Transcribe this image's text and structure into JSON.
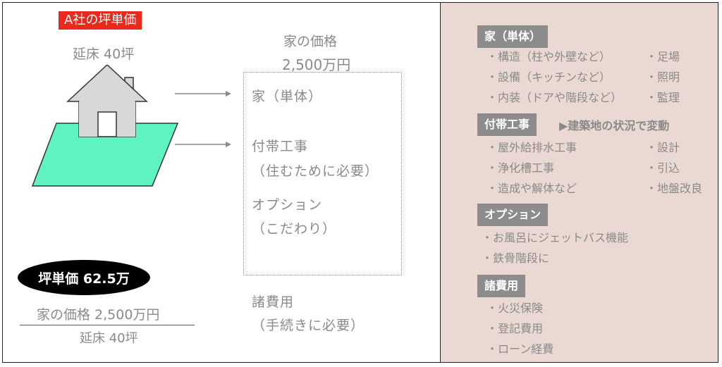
{
  "left": {
    "badge": "A社の坪単価",
    "floor_area_top": "延床 40坪",
    "house_price_title": "家の価格",
    "house_price_value": "2,500万円",
    "components": {
      "house": "家（単体）",
      "ancillary": "付帯工事",
      "ancillary_sub": "（住むために必要）",
      "option": "オプション",
      "option_sub": "（こだわり）",
      "misc": "諸費用",
      "misc_sub": "（手続きに必要）"
    },
    "unit_price": "坪単価 62.5万",
    "formula_numerator": "家の価格 2,500万円",
    "formula_denominator": "延床 40坪",
    "colors": {
      "badge": "#e8291c",
      "lot": "#5ff3bf",
      "pill": "#000000"
    },
    "icons": [
      "house-icon",
      "lot-icon",
      "arrow-right-icon"
    ]
  },
  "right": {
    "background": "#e9d9d2",
    "sections": [
      {
        "header": "家（単体）",
        "note": "",
        "items_left": [
          "・構造（柱や外壁など）",
          "・設備（キッチンなど）",
          "・内装（ドアや階段など）"
        ],
        "items_right": [
          "・足場",
          "・照明",
          "・監理"
        ]
      },
      {
        "header": "付帯工事",
        "note": "▶建築地の状況で変動",
        "items_left": [
          "・屋外給排水工事",
          "・浄化槽工事",
          "・造成や解体など"
        ],
        "items_right": [
          "・設計",
          "・引込",
          "・地盤改良"
        ]
      },
      {
        "header": "オプション",
        "note": "",
        "items_left": [
          "・お風呂にジェットバス機能",
          "・鉄骨階段に"
        ],
        "items_right": []
      },
      {
        "header": "諸費用",
        "note": "",
        "items_left": [
          "・火災保険",
          "・登記費用",
          "・ローン経費"
        ],
        "items_right": []
      }
    ]
  }
}
